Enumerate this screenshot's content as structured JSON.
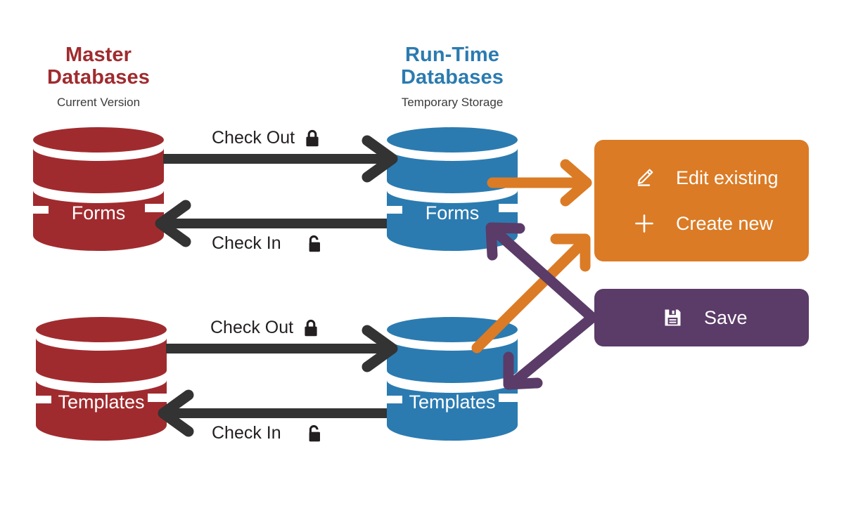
{
  "diagram": {
    "title_semantic": "database-check-out-check-in-workflow",
    "background": "#ffffff",
    "colors": {
      "master_red": "#A02B2E",
      "runtime_blue": "#2B7BB0",
      "edit_orange": "#DB7B25",
      "save_purple": "#5B3B68",
      "arrow_dark": "#333333",
      "text_dark": "#231f20",
      "white": "#ffffff"
    }
  },
  "columns": [
    {
      "id": "master",
      "title_line1": "Master",
      "title_line2": "Databases",
      "subtitle": "Current Version",
      "color": "#A02B2E"
    },
    {
      "id": "runtime",
      "title_line1": "Run-Time",
      "title_line2": "Databases",
      "subtitle": "Temporary Storage",
      "color": "#2B7BB0"
    }
  ],
  "databases": [
    {
      "id": "master-forms",
      "label": "Forms",
      "column": "master",
      "color": "#A02B2E"
    },
    {
      "id": "master-templates",
      "label": "Templates",
      "column": "master",
      "color": "#A02B2E"
    },
    {
      "id": "runtime-forms",
      "label": "Forms",
      "column": "runtime",
      "color": "#2B7BB0"
    },
    {
      "id": "runtime-templates",
      "label": "Templates",
      "column": "runtime",
      "color": "#2B7BB0"
    }
  ],
  "flow_labels": [
    {
      "id": "check-out-forms",
      "text": "Check Out",
      "icon": "lock-closed-icon"
    },
    {
      "id": "check-in-forms",
      "text": "Check In",
      "icon": "lock-open-icon"
    },
    {
      "id": "check-out-templates",
      "text": "Check Out",
      "icon": "lock-closed-icon"
    },
    {
      "id": "check-in-templates",
      "text": "Check In",
      "icon": "lock-open-icon"
    }
  ],
  "panels": [
    {
      "id": "edit-panel",
      "color": "#DB7B25",
      "rows": [
        {
          "id": "edit-existing",
          "label": "Edit existing",
          "icon": "pencil-icon"
        },
        {
          "id": "create-new",
          "label": "Create new",
          "icon": "plus-icon"
        }
      ]
    },
    {
      "id": "save-panel",
      "color": "#5B3B68",
      "rows": [
        {
          "id": "save",
          "label": "Save",
          "icon": "floppy-disk-icon"
        }
      ]
    }
  ],
  "connections": [
    {
      "id": "master-forms-to-runtime-forms",
      "from": "master-forms",
      "to": "runtime-forms",
      "color": "#333333",
      "label": "Check Out"
    },
    {
      "id": "runtime-forms-to-master-forms",
      "from": "runtime-forms",
      "to": "master-forms",
      "color": "#333333",
      "label": "Check In"
    },
    {
      "id": "master-templates-to-runtime-templates",
      "from": "master-templates",
      "to": "runtime-templates",
      "color": "#333333",
      "label": "Check Out"
    },
    {
      "id": "runtime-templates-to-master-templates",
      "from": "runtime-templates",
      "to": "master-templates",
      "color": "#333333",
      "label": "Check In"
    },
    {
      "id": "runtime-forms-to-edit-panel",
      "from": "runtime-forms",
      "to": "edit-panel",
      "color": "#DB7B25",
      "label": ""
    },
    {
      "id": "runtime-templates-to-edit-panel",
      "from": "runtime-templates",
      "to": "edit-panel",
      "color": "#DB7B25",
      "label": ""
    },
    {
      "id": "save-panel-to-runtime-forms",
      "from": "save-panel",
      "to": "runtime-forms",
      "color": "#5B3B68",
      "label": ""
    },
    {
      "id": "save-panel-to-runtime-templates",
      "from": "save-panel",
      "to": "runtime-templates",
      "color": "#5B3B68",
      "label": ""
    }
  ]
}
